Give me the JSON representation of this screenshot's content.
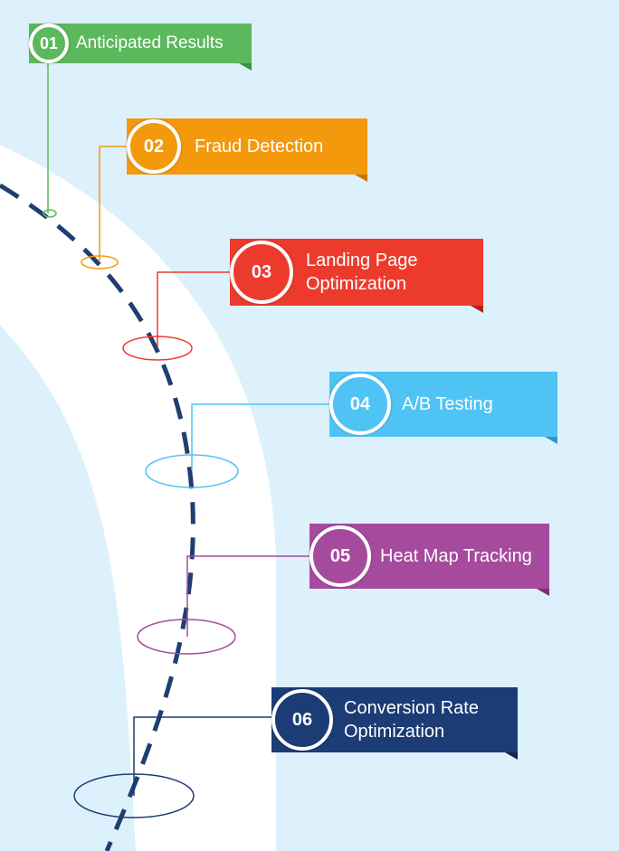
{
  "colors": {
    "background": "#dcf1fb",
    "road": "#ffffff",
    "dash": "#1f3e72"
  },
  "steps": [
    {
      "number": "01",
      "label": "Anticipated Results",
      "color": "#5cb85c",
      "shade": "#3f8f3f"
    },
    {
      "number": "02",
      "label": "Fraud Detection",
      "color": "#f4990c",
      "shade": "#c57505"
    },
    {
      "number": "03",
      "label": "Landing Page Optimization",
      "color": "#ec3b2d",
      "shade": "#b02417"
    },
    {
      "number": "04",
      "label": "A/B Testing",
      "color": "#4fc3f4",
      "shade": "#2a98c8"
    },
    {
      "number": "05",
      "label": "Heat Map Tracking",
      "color": "#a64a9e",
      "shade": "#7a2f73"
    },
    {
      "number": "06",
      "label": "Conversion Rate Optimization",
      "color": "#1b3c74",
      "shade": "#0f2650"
    }
  ]
}
